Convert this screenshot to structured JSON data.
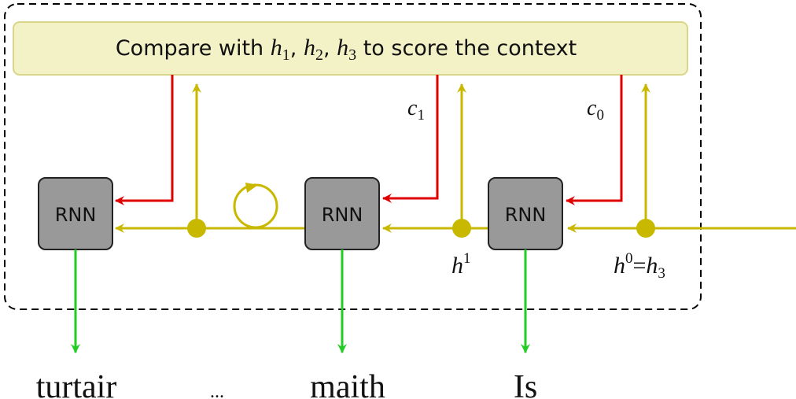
{
  "banner": {
    "prefix": "Compare with ",
    "h": "h",
    "sub1": "1",
    "sub2": "2",
    "sub3": "3",
    "comma": ", ",
    "suffix": " to score the context"
  },
  "rnn_label": "RNN",
  "labels": {
    "c": "c",
    "c1_sub": "1",
    "c0_sub": "0",
    "h": "h",
    "h1_sup": "1",
    "h0_sup": "0",
    "eq": "=",
    "h3_sub": "3"
  },
  "outputs": {
    "word_left": "turtair",
    "ellipsis": "...",
    "word_mid": "maith",
    "word_right": "Is"
  },
  "colors": {
    "hidden": "#c8b800",
    "context": "#e00000",
    "output": "#22cc22",
    "rnn_fill": "#999999",
    "banner_fill": "#f3f1c6",
    "banner_stroke": "#d9d68a"
  }
}
